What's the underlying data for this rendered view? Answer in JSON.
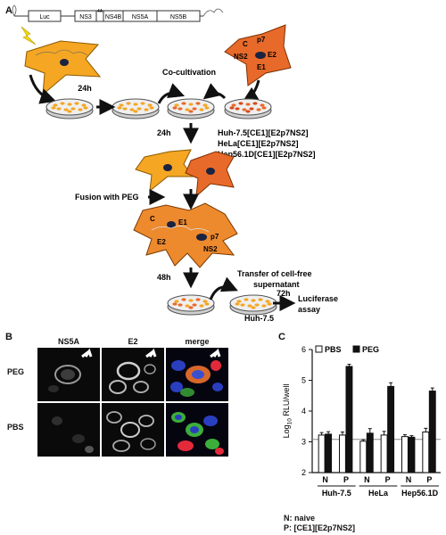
{
  "panel_a": {
    "label": "A",
    "construct": {
      "segments": [
        "Luc",
        "NS3",
        "NS4B",
        "NS5A",
        "NS5B"
      ],
      "ns4a_mark": "4A"
    },
    "time_24h_top": "24h",
    "time_24h_mid": "24h",
    "time_48h": "48h",
    "time_72h": "72h",
    "co_cultivation": "Co-cultivation",
    "cell_lines": [
      "Huh-7.5[CE1][E2p7NS2]",
      "HeLa[CE1][E2p7NS2]",
      "Hep56.1D[CE1][E2p7NS2]"
    ],
    "donor_proteins": [
      "C",
      "p7",
      "E2",
      "NS2",
      "E1"
    ],
    "fusion_label": "Fusion with PEG",
    "fused_proteins": [
      "C",
      "E1",
      "E2",
      "p7",
      "NS2"
    ],
    "transfer_label": "Transfer of cell-free supernatant",
    "target_cell": "Huh-7.5",
    "readout": "Luciferase assay"
  },
  "panel_b": {
    "label": "B",
    "columns": [
      {
        "name": "NS5A",
        "color": "#e8293a"
      },
      {
        "name": "E2",
        "color": "#3aaa35"
      },
      {
        "name": "merge",
        "color": "#f08a24"
      }
    ],
    "rows": [
      "PEG",
      "PBS"
    ]
  },
  "panel_c": {
    "label": "C",
    "legend_note": [
      "N: naive",
      "P: [CE1][E2p7NS2]"
    ]
  },
  "chart_data": {
    "type": "bar",
    "ylabel": "Log10 RLU/well",
    "ylim": [
      2,
      6
    ],
    "yticks": [
      2,
      3,
      4,
      5,
      6
    ],
    "groups": [
      "Huh-7.5",
      "HeLa",
      "Hep56.1D"
    ],
    "categories": [
      "N",
      "P",
      "N",
      "P",
      "N",
      "P"
    ],
    "legend": "top-left",
    "background_line": 3.08,
    "series": [
      {
        "name": "PBS",
        "fill": "#ffffff",
        "values": [
          3.22,
          3.22,
          3.02,
          3.22,
          3.17,
          3.32
        ],
        "errors": [
          0.08,
          0.1,
          0.05,
          0.12,
          0.06,
          0.12
        ]
      },
      {
        "name": "PEG",
        "fill": "#111111",
        "values": [
          3.25,
          5.45,
          3.28,
          4.8,
          3.15,
          4.65
        ],
        "errors": [
          0.08,
          0.07,
          0.15,
          0.12,
          0.05,
          0.1
        ]
      }
    ]
  }
}
